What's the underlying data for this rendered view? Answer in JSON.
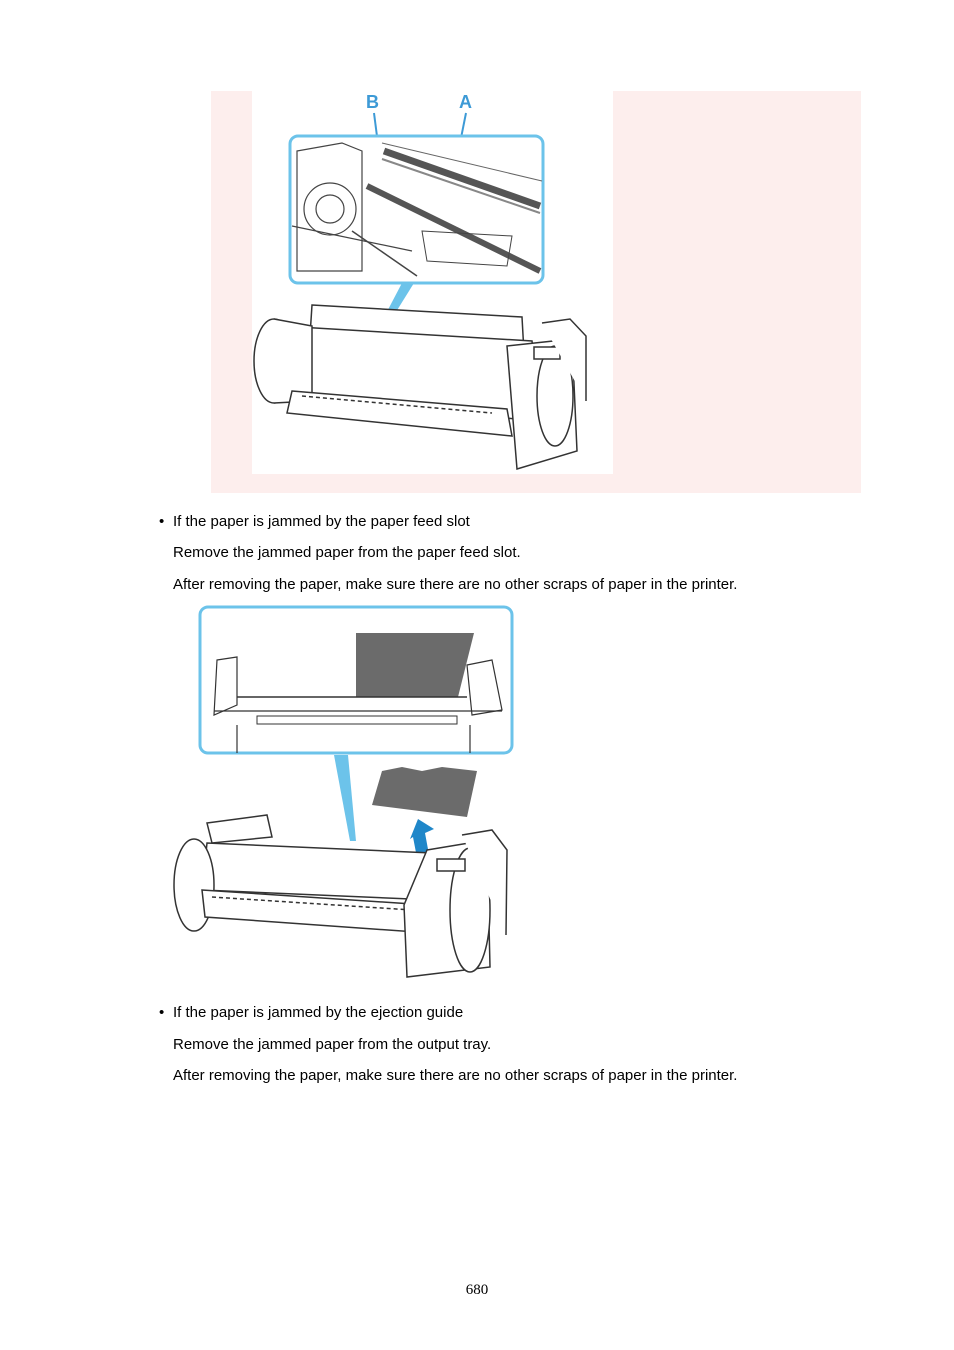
{
  "figure1": {
    "callout_a": "A",
    "callout_b": "B"
  },
  "section1": {
    "bullet": "•",
    "heading": "If the paper is jammed by the paper feed slot",
    "step1": "Remove the jammed paper from the paper feed slot.",
    "step2": "After removing the paper, make sure there are no other scraps of paper in the printer."
  },
  "section2": {
    "bullet": "•",
    "heading": "If the paper is jammed by the ejection guide",
    "step1": "Remove the jammed paper from the output tray.",
    "step2": "After removing the paper, make sure there are no other scraps of paper in the printer."
  },
  "page_number": "680",
  "colors": {
    "callout_blue": "#3d9ad6",
    "highlight_bg": "#fdeeed",
    "jammed_paper": "#6b6b6b"
  }
}
